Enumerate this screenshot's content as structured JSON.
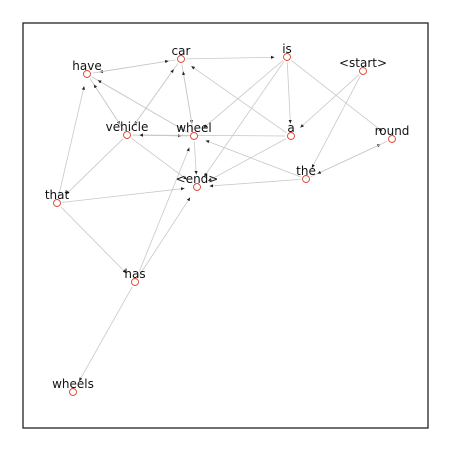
{
  "graph": {
    "nodes": [
      {
        "id": "have",
        "label": "have"
      },
      {
        "id": "car",
        "label": "car"
      },
      {
        "id": "is",
        "label": "is"
      },
      {
        "id": "start",
        "label": "<start>"
      },
      {
        "id": "vehicle",
        "label": "vehicle"
      },
      {
        "id": "wheel",
        "label": "wheel"
      },
      {
        "id": "a",
        "label": "a"
      },
      {
        "id": "round",
        "label": "round"
      },
      {
        "id": "end",
        "label": "<end>"
      },
      {
        "id": "the",
        "label": "the"
      },
      {
        "id": "that",
        "label": "that"
      },
      {
        "id": "has",
        "label": "has"
      },
      {
        "id": "wheels",
        "label": "wheels"
      }
    ],
    "edges": [
      [
        "start",
        "a"
      ],
      [
        "start",
        "the"
      ],
      [
        "a",
        "car"
      ],
      [
        "a",
        "vehicle"
      ],
      [
        "a",
        "end"
      ],
      [
        "the",
        "round"
      ],
      [
        "the",
        "end"
      ],
      [
        "the",
        "wheel"
      ],
      [
        "round",
        "the"
      ],
      [
        "car",
        "have"
      ],
      [
        "car",
        "is"
      ],
      [
        "car",
        "vehicle"
      ],
      [
        "car",
        "wheel"
      ],
      [
        "have",
        "car"
      ],
      [
        "have",
        "vehicle"
      ],
      [
        "have",
        "wheel"
      ],
      [
        "vehicle",
        "have"
      ],
      [
        "vehicle",
        "wheel"
      ],
      [
        "vehicle",
        "end"
      ],
      [
        "vehicle",
        "that"
      ],
      [
        "vehicle",
        "car"
      ],
      [
        "wheel",
        "vehicle"
      ],
      [
        "wheel",
        "car"
      ],
      [
        "wheel",
        "end"
      ],
      [
        "wheel",
        "have"
      ],
      [
        "is",
        "a"
      ],
      [
        "is",
        "end"
      ],
      [
        "is",
        "round"
      ],
      [
        "is",
        "wheel"
      ],
      [
        "that",
        "have"
      ],
      [
        "that",
        "has"
      ],
      [
        "that",
        "end"
      ],
      [
        "has",
        "wheels"
      ],
      [
        "has",
        "end"
      ],
      [
        "has",
        "wheel"
      ]
    ],
    "node_color": "#e0402a",
    "edge_color": "#c8c8c8"
  }
}
